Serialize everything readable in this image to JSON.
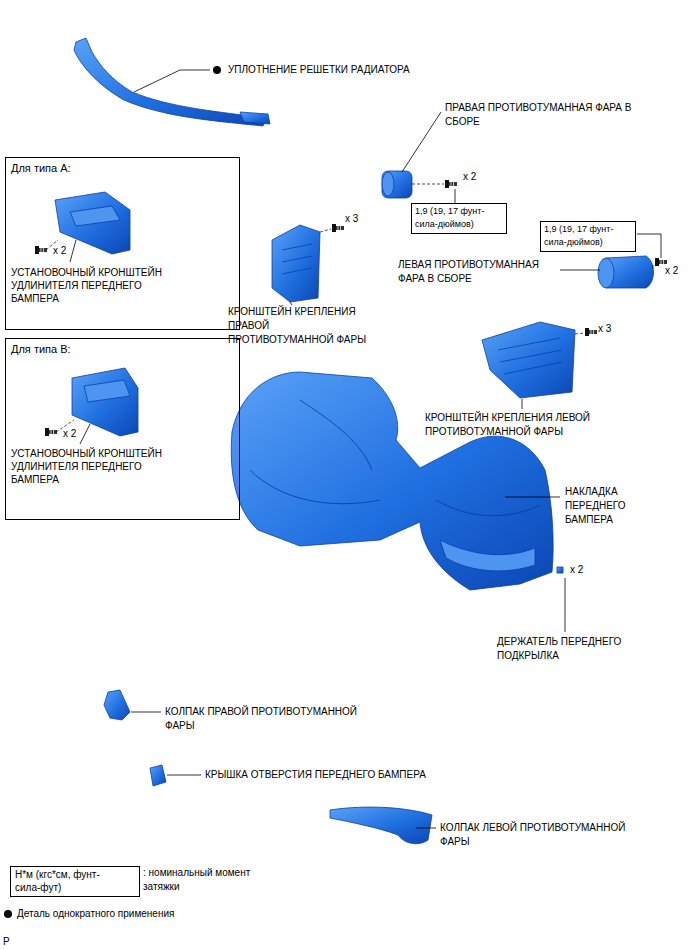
{
  "diagram": {
    "nodes": [
      {
        "text": [
          "Для типа A:",
          "x 2",
          "УСТАНОВОЧНЫЙ КРОНШТЕЙН УДЛИНИТЕЛЯ ПЕРЕДНЕГО БАМПЕРА"
        ]
      },
      {
        "text": [
          "Для типа B:",
          "x 2",
          "УСТАНОВОЧНЫЙ КРОНШТЕЙН УДЛИНИТЕЛЯ ПЕРЕДНЕГО БАМПЕРА"
        ]
      },
      {
        "text": [
          "1,9 (19, 17 фунт-сила-дюймов)"
        ]
      },
      {
        "text": [
          "1,9 (19, 17 фунт-сила-дюймов)"
        ]
      },
      {
        "text": [
          "Н*м (кгс*см, фунт-сила-фут)"
        ]
      }
    ],
    "labels": [
      "УПЛОТНЕНИЕ РЕШЕТКИ РАДИАТОРА",
      "ПРАВАЯ ПРОТИВОТУМАННАЯ ФАРА В СБОРЕ",
      "x 2",
      "x 3",
      "КРОНШТЕЙН КРЕПЛЕНИЯ ПРАВОЙ ПРОТИВОТУМАННОЙ ФАРЫ",
      "ЛЕВАЯ ПРОТИВОТУМАННАЯ ФАРА В СБОРЕ",
      "x 2",
      "x 3",
      "КРОНШТЕЙН КРЕПЛЕНИЯ ЛЕВОЙ ПРОТИВОТУМАННОЙ ФАРЫ",
      "НАКЛАДКА ПЕРЕДНЕГО БАМПЕРА",
      "x 2",
      "ДЕРЖАТЕЛЬ ПЕРЕДНЕГО ПОДКРЫЛКА",
      "КОЛПАК ПРАВОЙ ПРОТИВОТУМАННОЙ ФАРЫ",
      "КРЫШКА ОТВЕРСТИЯ ПЕРЕДНЕГО БАМПЕРА",
      "КОЛПАК ЛЕВОЙ ПРОТИВОТУМАННОЙ ФАРЫ",
      "P"
    ],
    "legend": [
      {
        "text": ": номинальный момент затяжки"
      },
      {
        "text": "Деталь однократного применения"
      }
    ]
  }
}
